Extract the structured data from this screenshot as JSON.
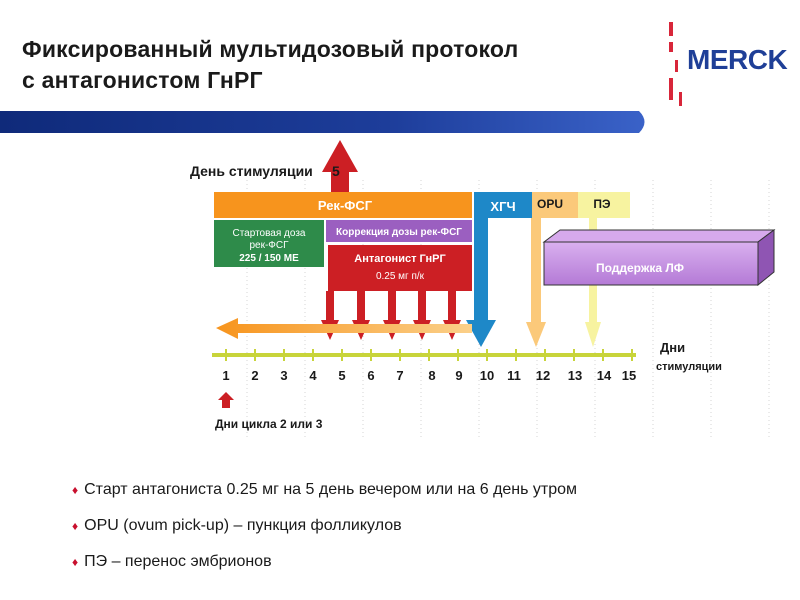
{
  "title": {
    "line1": "Фиксированный мультидозовый протокол",
    "line2": "с антагонистом ГнРГ"
  },
  "logo": {
    "text": "MERCK"
  },
  "diagram": {
    "stim_day_label": "День стимуляции",
    "stim_day_number": "5",
    "rec_fsh_label": "Рек-ФСГ",
    "start_dose_line1": "Стартовая доза",
    "start_dose_line2": "рек-ФСГ",
    "start_dose_line3": "225 / 150 МЕ",
    "dose_correction": "Коррекция дозы рек-ФСГ",
    "antagonist_label": "Антагонист ГнРГ",
    "antagonist_dose": "0.25 мг п/к",
    "hcg_label": "ХГЧ",
    "opu_label": "OPU",
    "pe_label": "ПЭ",
    "lf_support": "Поддержка ЛФ",
    "days_label_line1": "Дни",
    "days_label_line2": "стимуляции",
    "cycle_days_label": "Дни цикла 2 или 3",
    "day_numbers": [
      "1",
      "2",
      "3",
      "4",
      "5",
      "6",
      "7",
      "8",
      "9",
      "10",
      "11",
      "12",
      "13",
      "14",
      "15"
    ]
  },
  "bullets": [
    "Старт антагониста 0.25 мг на 5 день вечером или на 6 день утром",
    "OPU (ovum pick-up) – пункция фолликулов",
    "ПЭ – перенос эмбрионов"
  ],
  "colors": {
    "orange": "#f7941d",
    "green": "#2e8b4a",
    "purple": "#9b5fc0",
    "red": "#cc1f24",
    "blue": "#1e88c8",
    "peach": "#fbc97a",
    "paleyellow": "#f7f3a0",
    "lfbox": "#c48ee0",
    "timeline": "#c8d43a",
    "banner": "#1d3d9a"
  }
}
